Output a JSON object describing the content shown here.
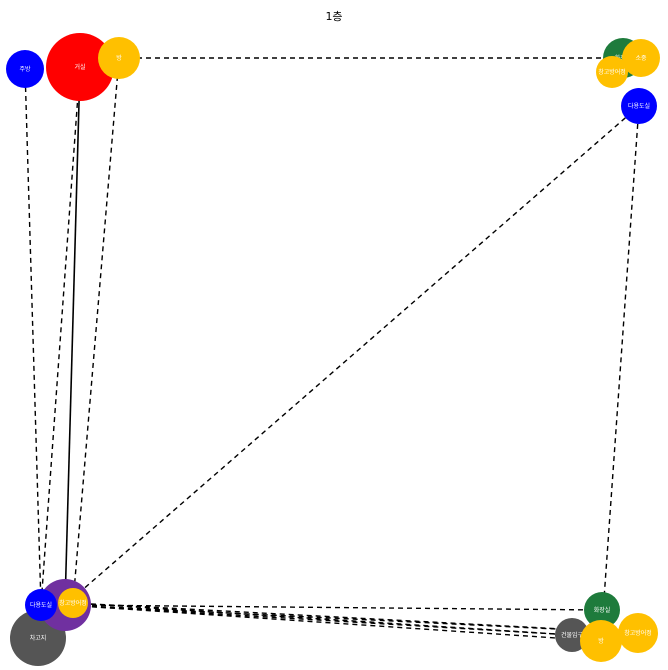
{
  "title": "1층",
  "colors": {
    "red": "#ff0000",
    "yellow": "#ffc000",
    "blue": "#0000ff",
    "green": "#1e7b3c",
    "purple": "#7030a0",
    "gray": "#555555",
    "edge": "#000000"
  },
  "nodes": [
    {
      "id": "n-living",
      "label": "거실",
      "color": "red"
    },
    {
      "id": "n-room-top",
      "label": "방",
      "color": "yellow"
    },
    {
      "id": "n-kitchen",
      "label": "주방",
      "color": "blue"
    },
    {
      "id": "n-bath-tr",
      "label": "화장실",
      "color": "green"
    },
    {
      "id": "n-y-tr",
      "label": "소중",
      "color": "yellow"
    },
    {
      "id": "n-store-tr",
      "label": "창고방어정",
      "color": "yellow"
    },
    {
      "id": "n-multi-r",
      "label": "다용도실",
      "color": "blue"
    },
    {
      "id": "n-garage",
      "label": "차고지",
      "color": "gray"
    },
    {
      "id": "n-purple",
      "label": "",
      "color": "purple"
    },
    {
      "id": "n-multi-bl",
      "label": "다용도실",
      "color": "blue"
    },
    {
      "id": "n-store-bl",
      "label": "창고방어정",
      "color": "yellow"
    },
    {
      "id": "n-bath-br",
      "label": "화장실",
      "color": "green"
    },
    {
      "id": "n-entrance",
      "label": "건물입구",
      "color": "gray"
    },
    {
      "id": "n-room-br",
      "label": "방",
      "color": "yellow"
    },
    {
      "id": "n-store-br",
      "label": "창고방어정",
      "color": "yellow"
    }
  ],
  "edges": [
    {
      "from": "n-living",
      "to": "n-purple",
      "style": "solid"
    },
    {
      "from": "n-living",
      "to": "n-multi-bl",
      "style": "dashed"
    },
    {
      "from": "n-living",
      "to": "n-room-top",
      "style": "solid"
    },
    {
      "from": "n-room-top",
      "to": "n-bath-tr",
      "style": "dashed"
    },
    {
      "from": "n-room-top",
      "to": "n-store-bl",
      "style": "dashed"
    },
    {
      "from": "n-kitchen",
      "to": "n-multi-bl",
      "style": "dashed"
    },
    {
      "from": "n-multi-r",
      "to": "n-purple",
      "style": "dashed"
    },
    {
      "from": "n-multi-r",
      "to": "n-room-br",
      "style": "dashed"
    },
    {
      "from": "n-purple",
      "to": "n-bath-br",
      "style": "dashed"
    },
    {
      "from": "n-purple",
      "to": "n-entrance",
      "style": "dashed"
    },
    {
      "from": "n-purple",
      "to": "n-room-br",
      "style": "dashed"
    },
    {
      "from": "n-purple",
      "to": "n-store-br",
      "style": "dashed"
    },
    {
      "from": "n-store-bl",
      "to": "n-store-br",
      "style": "dashed"
    },
    {
      "from": "n-store-bl",
      "to": "n-entrance",
      "style": "dashed"
    }
  ]
}
